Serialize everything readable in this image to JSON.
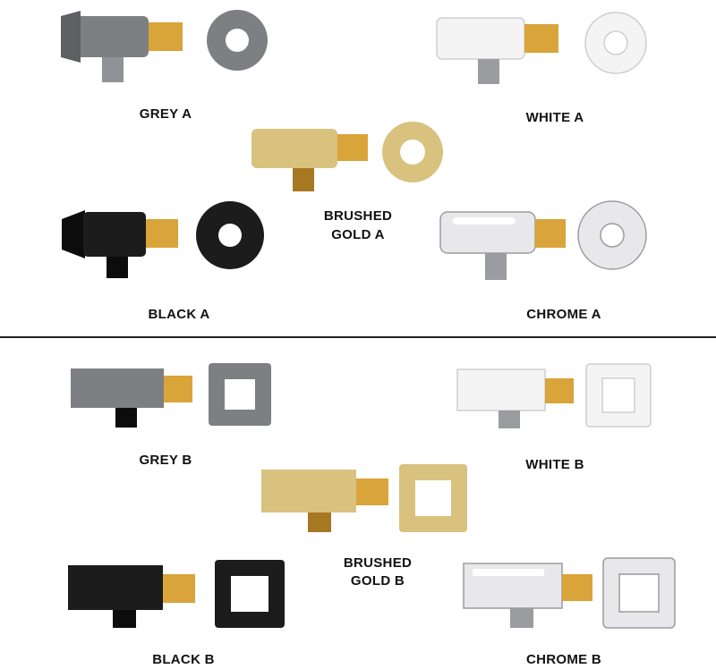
{
  "colors": {
    "grey": "#7d7f82",
    "grey_dark": "#5e6063",
    "white": "#f4f4f4",
    "white_edge": "#cfcfcf",
    "gold": "#d8c27e",
    "gold_dark": "#b39a54",
    "black": "#1c1c1c",
    "black_dark": "#0c0c0c",
    "chrome": "#e8e8ea",
    "chrome_dark": "#9a9ca0",
    "brass": "#d9a43a",
    "brass_dark": "#a87722",
    "steel": "#8f9398",
    "divider": "#222222"
  },
  "section_a": {
    "grey": "GREY A",
    "white": "WHITE A",
    "gold_line1": "BRUSHED",
    "gold_line2": "GOLD A",
    "black": "BLACK A",
    "chrome": "CHROME A"
  },
  "section_b": {
    "grey": "GREY B",
    "white": "WHITE B",
    "gold_line1": "BRUSHED",
    "gold_line2": "GOLD B",
    "black": "BLACK B",
    "chrome": "CHROME B"
  }
}
